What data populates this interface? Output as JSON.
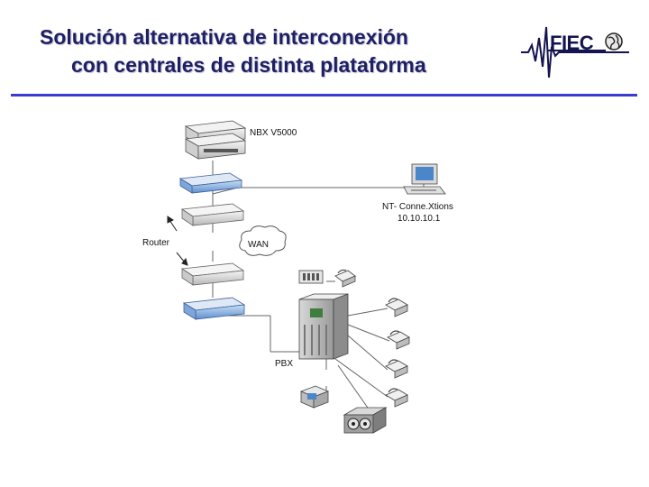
{
  "slide": {
    "title_line1": "Solución alternativa de interconexión",
    "title_line2": "con centrales de distinta plataforma"
  },
  "logo": {
    "text": "FIEC",
    "icon": "earth-globe-icon"
  },
  "diagram": {
    "labels": {
      "server": "NBX V5000",
      "nt_name": "NT- Conne.Xtions",
      "nt_ip": "10.10.10.1",
      "router": "Router",
      "wan": "WAN",
      "pbx": "PBX"
    },
    "icons": [
      "server-icon",
      "switch-icon",
      "router-icon",
      "computer-icon",
      "cloud-icon",
      "phone-icon",
      "pbx-icon",
      "printer-icon",
      "tape-drive-icon"
    ]
  }
}
